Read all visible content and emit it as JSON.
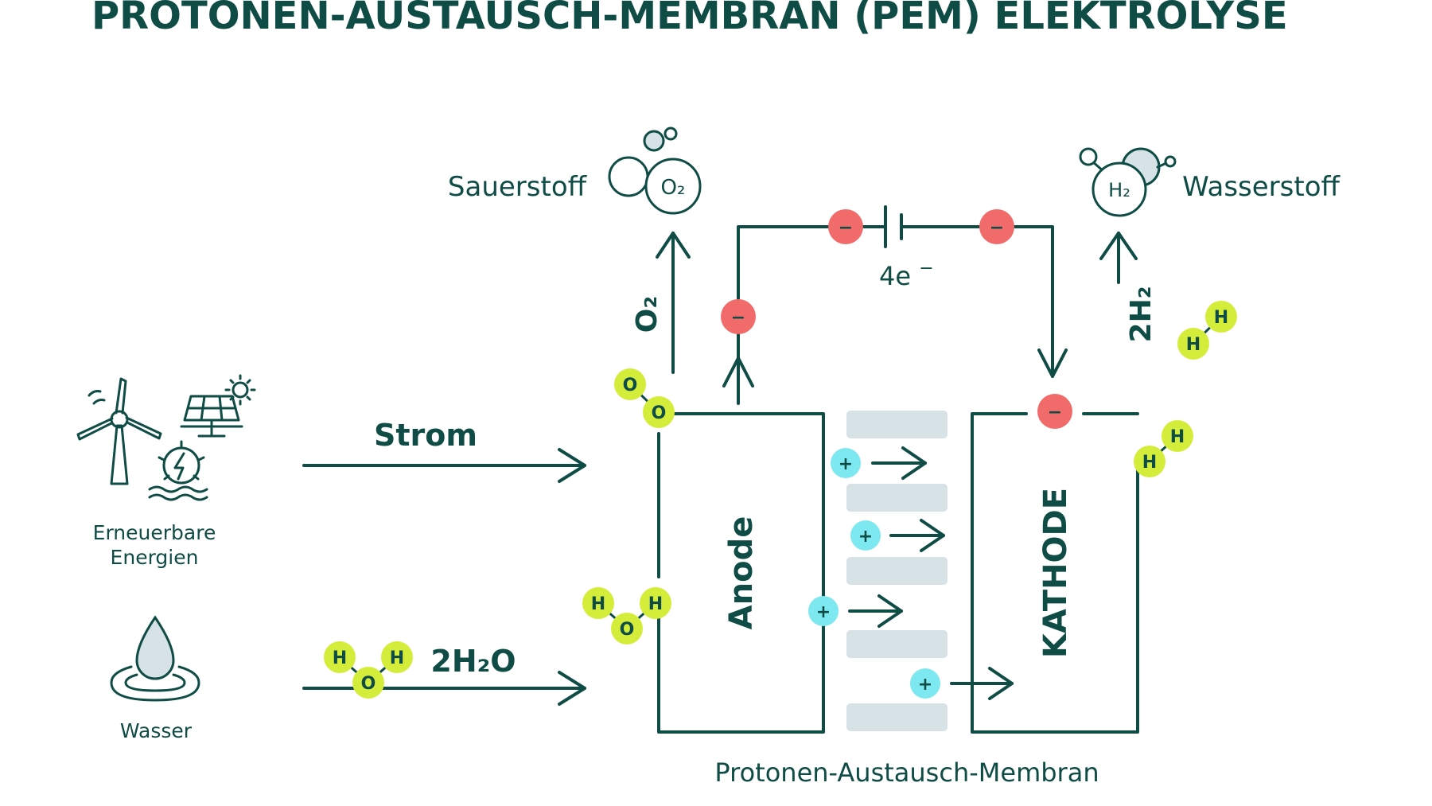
{
  "title": "PROTONEN-AUSTAUSCH-MEMBRAN (PEM) ELEKTROLYSE",
  "labels": {
    "renewable": [
      "Erneuerbare",
      "Energien"
    ],
    "water": "Wasser",
    "current": "Strom",
    "water_formula": "2H₂O",
    "oxygen": "Sauerstoff",
    "hydrogen": "Wasserstoff",
    "oxygen_formula": "O₂",
    "hydrogen_formula": "2H₂",
    "electrons": "4e",
    "electron_sup": "−",
    "anode": "Anode",
    "cathode": "KATHODE",
    "membrane": "Protonen-Austausch-Membran",
    "o2_molecule": "O₂",
    "h2_molecule": "H₂"
  },
  "symbols": {
    "hydrogen_atom": "H",
    "oxygen_atom": "O",
    "proton": "+",
    "electron": "−"
  },
  "colors": {
    "primary": "#0f4c45",
    "atom": "#d4ed3b",
    "electron": "#f26b6b",
    "proton": "#7ee8f0",
    "membrane": "#d6e2e6",
    "bubble": "#d6e2e6"
  }
}
